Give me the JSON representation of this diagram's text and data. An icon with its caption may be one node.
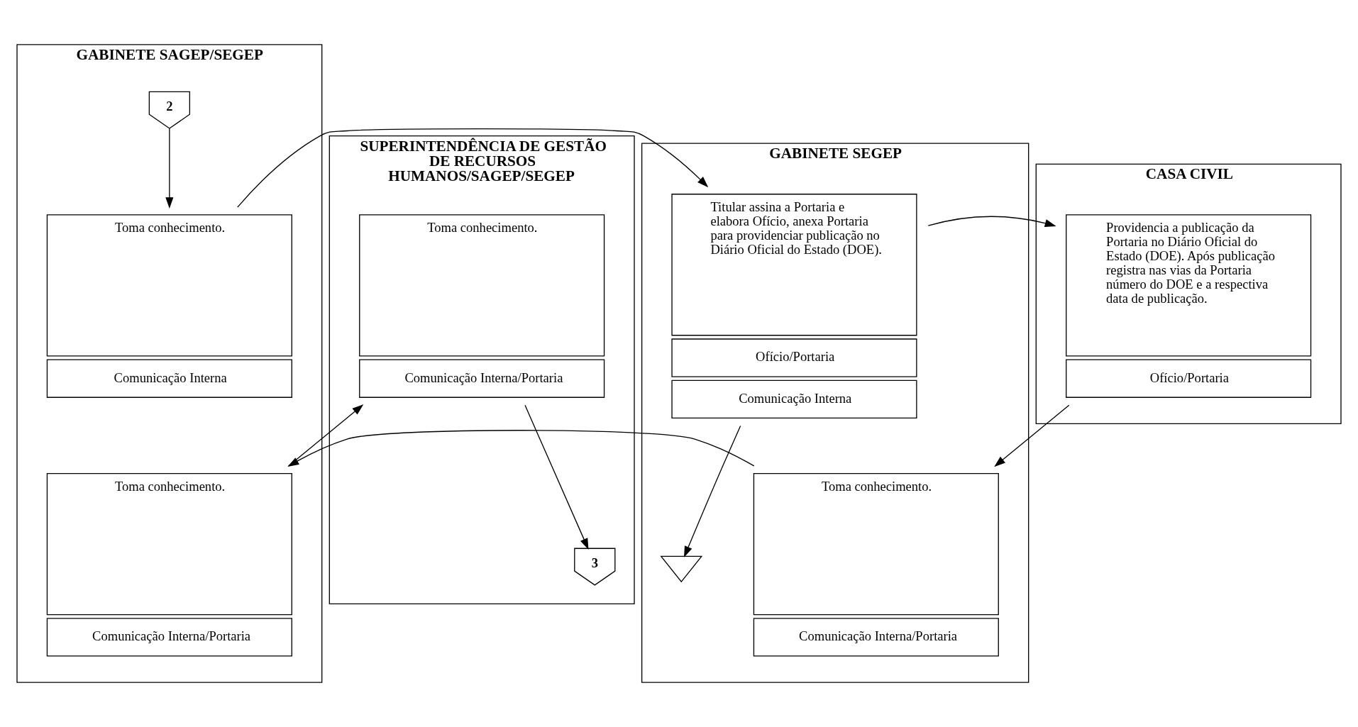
{
  "diagram": {
    "nodes": [
      {
        "text": [
          "GABINETE SAGEP/SEGEP"
        ]
      },
      {
        "text": [
          "GABINETE SEGEP"
        ]
      },
      {
        "text": [
          "CASA CIVIL"
        ]
      },
      {
        "text": [
          "SUPERINTENDÊNCIA DE GESTÃO DE RECURSOS HUMANOS/SAGEP/SEGEP"
        ]
      },
      {
        "text": [
          "2"
        ],
        "in": 0
      },
      {
        "text": [
          "Toma conhecimento.",
          "Comunicação Interna"
        ],
        "in": 0
      },
      {
        "text": [
          "Titular assina a Portaria e elabora Ofício, anexa Portaria para providenciar publicação no Diário Oficial do Estado (DOE).",
          "Ofício/Portaria",
          "Comunicação Interna"
        ],
        "in": 1
      },
      {
        "text": [],
        "shape": "triangle",
        "in": 1
      },
      {
        "text": [
          "Providencia a publicação da Portaria no Diário Oficial do Estado (DOE). Após publicação registra nas vias da Portaria número do DOE e a respectiva data de publicação.",
          "Ofício/Portaria"
        ],
        "in": 2
      },
      {
        "text": [
          "Toma conhecimento.",
          "Comunicação Interna/Portaria"
        ],
        "in": 3
      },
      {
        "text": [
          "3"
        ],
        "in": 3
      },
      {
        "text": [
          "Toma conhecimento.",
          "Comunicação Interna/Portaria"
        ],
        "in": 1
      },
      {
        "text": [
          "Toma conhecimento.",
          "Comunicação Interna/Portaria"
        ],
        "in": 0
      }
    ],
    "edges": [
      {
        "from": 4,
        "to": 5,
        "arrow": "to"
      },
      {
        "from": 5,
        "to": 6,
        "arrow": "to"
      },
      {
        "from": 6,
        "to": 8,
        "arrow": "to"
      },
      {
        "from": 6,
        "to": 7,
        "arrow": "to"
      },
      {
        "from": 8,
        "to": 11,
        "arrow": "to"
      },
      {
        "from": 11,
        "to": 12,
        "arrow": "to"
      },
      {
        "from": 12,
        "to": 9,
        "arrow": "to"
      },
      {
        "from": 9,
        "to": 10,
        "arrow": "to"
      }
    ]
  }
}
